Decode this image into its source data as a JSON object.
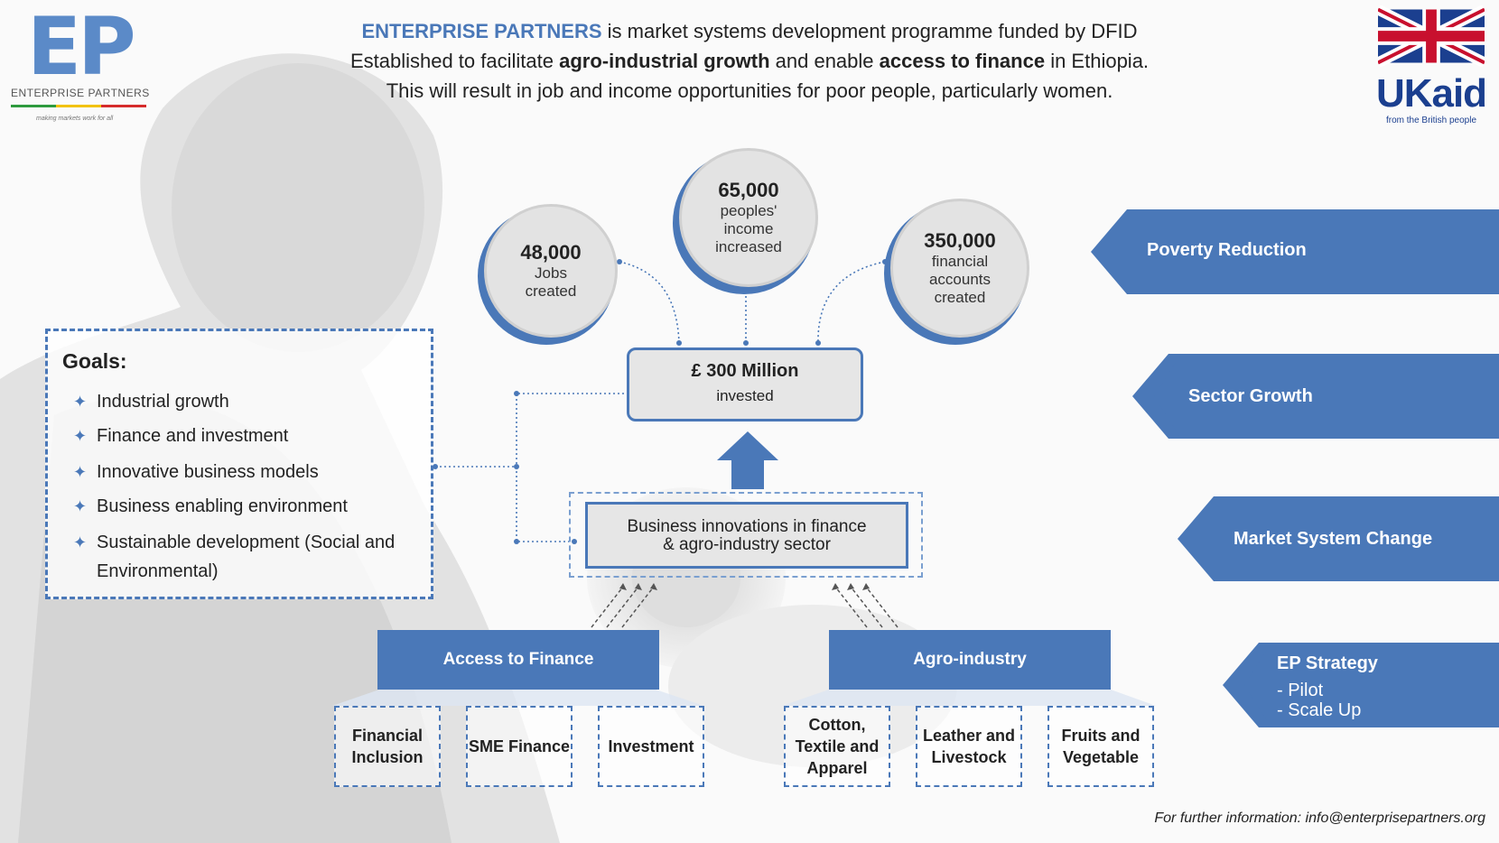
{
  "header": {
    "line1_brand": "ENTERPRISE PARTNERS",
    "line1_rest": " is market systems development programme funded by DFID",
    "line2_a": "Established to facilitate ",
    "line2_b": "agro-industrial growth",
    "line2_c": " and enable ",
    "line2_d": "access to finance",
    "line2_e": " in Ethiopia.",
    "line3": "This will result in job and income opportunities for poor people, particularly women."
  },
  "logo_ep": {
    "letters": "EP",
    "name": "ENTERPRISE PARTNERS",
    "tagline": "making markets work for all",
    "bar_colors": [
      "#2e9b3e",
      "#f2c200",
      "#d62b2b"
    ]
  },
  "logo_ukaid": {
    "text": "UKaid",
    "sub": "from the British people"
  },
  "stats": [
    {
      "number": "48,000",
      "label1": "Jobs",
      "label2": "created",
      "label3": ""
    },
    {
      "number": "65,000",
      "label1": "peoples'",
      "label2": "income",
      "label3": "increased"
    },
    {
      "number": "350,000",
      "label1": "financial",
      "label2": "accounts",
      "label3": "created"
    }
  ],
  "invested": {
    "amount": "£ 300 Million",
    "label": "invested"
  },
  "innovation": {
    "line1": "Business innovations in finance",
    "line2": "& agro-industry sector"
  },
  "goals": {
    "title": "Goals:",
    "items": [
      "Industrial growth",
      "Finance and investment",
      "Innovative business models",
      "Business enabling environment",
      "Sustainable development (Social and Environmental)"
    ]
  },
  "sections": {
    "finance": {
      "title": "Access to Finance",
      "items": [
        "Financial Inclusion",
        "SME Finance",
        "Investment"
      ]
    },
    "agro": {
      "title": "Agro-industry",
      "items": [
        "Cotton, Textile and Apparel",
        "Leather and Livestock",
        "Fruits and Vegetable"
      ]
    }
  },
  "chevrons": {
    "poverty": "Poverty Reduction",
    "sector": "Sector Growth",
    "market": "Market System Change",
    "strategy_title": "EP Strategy",
    "strategy_item1": "- Pilot",
    "strategy_item2": "- Scale Up"
  },
  "footer": "For further information: info@enterprisepartners.org",
  "colors": {
    "accent": "#4a78b8",
    "navy": "#1b3f8f",
    "ukred": "#c8102e"
  }
}
